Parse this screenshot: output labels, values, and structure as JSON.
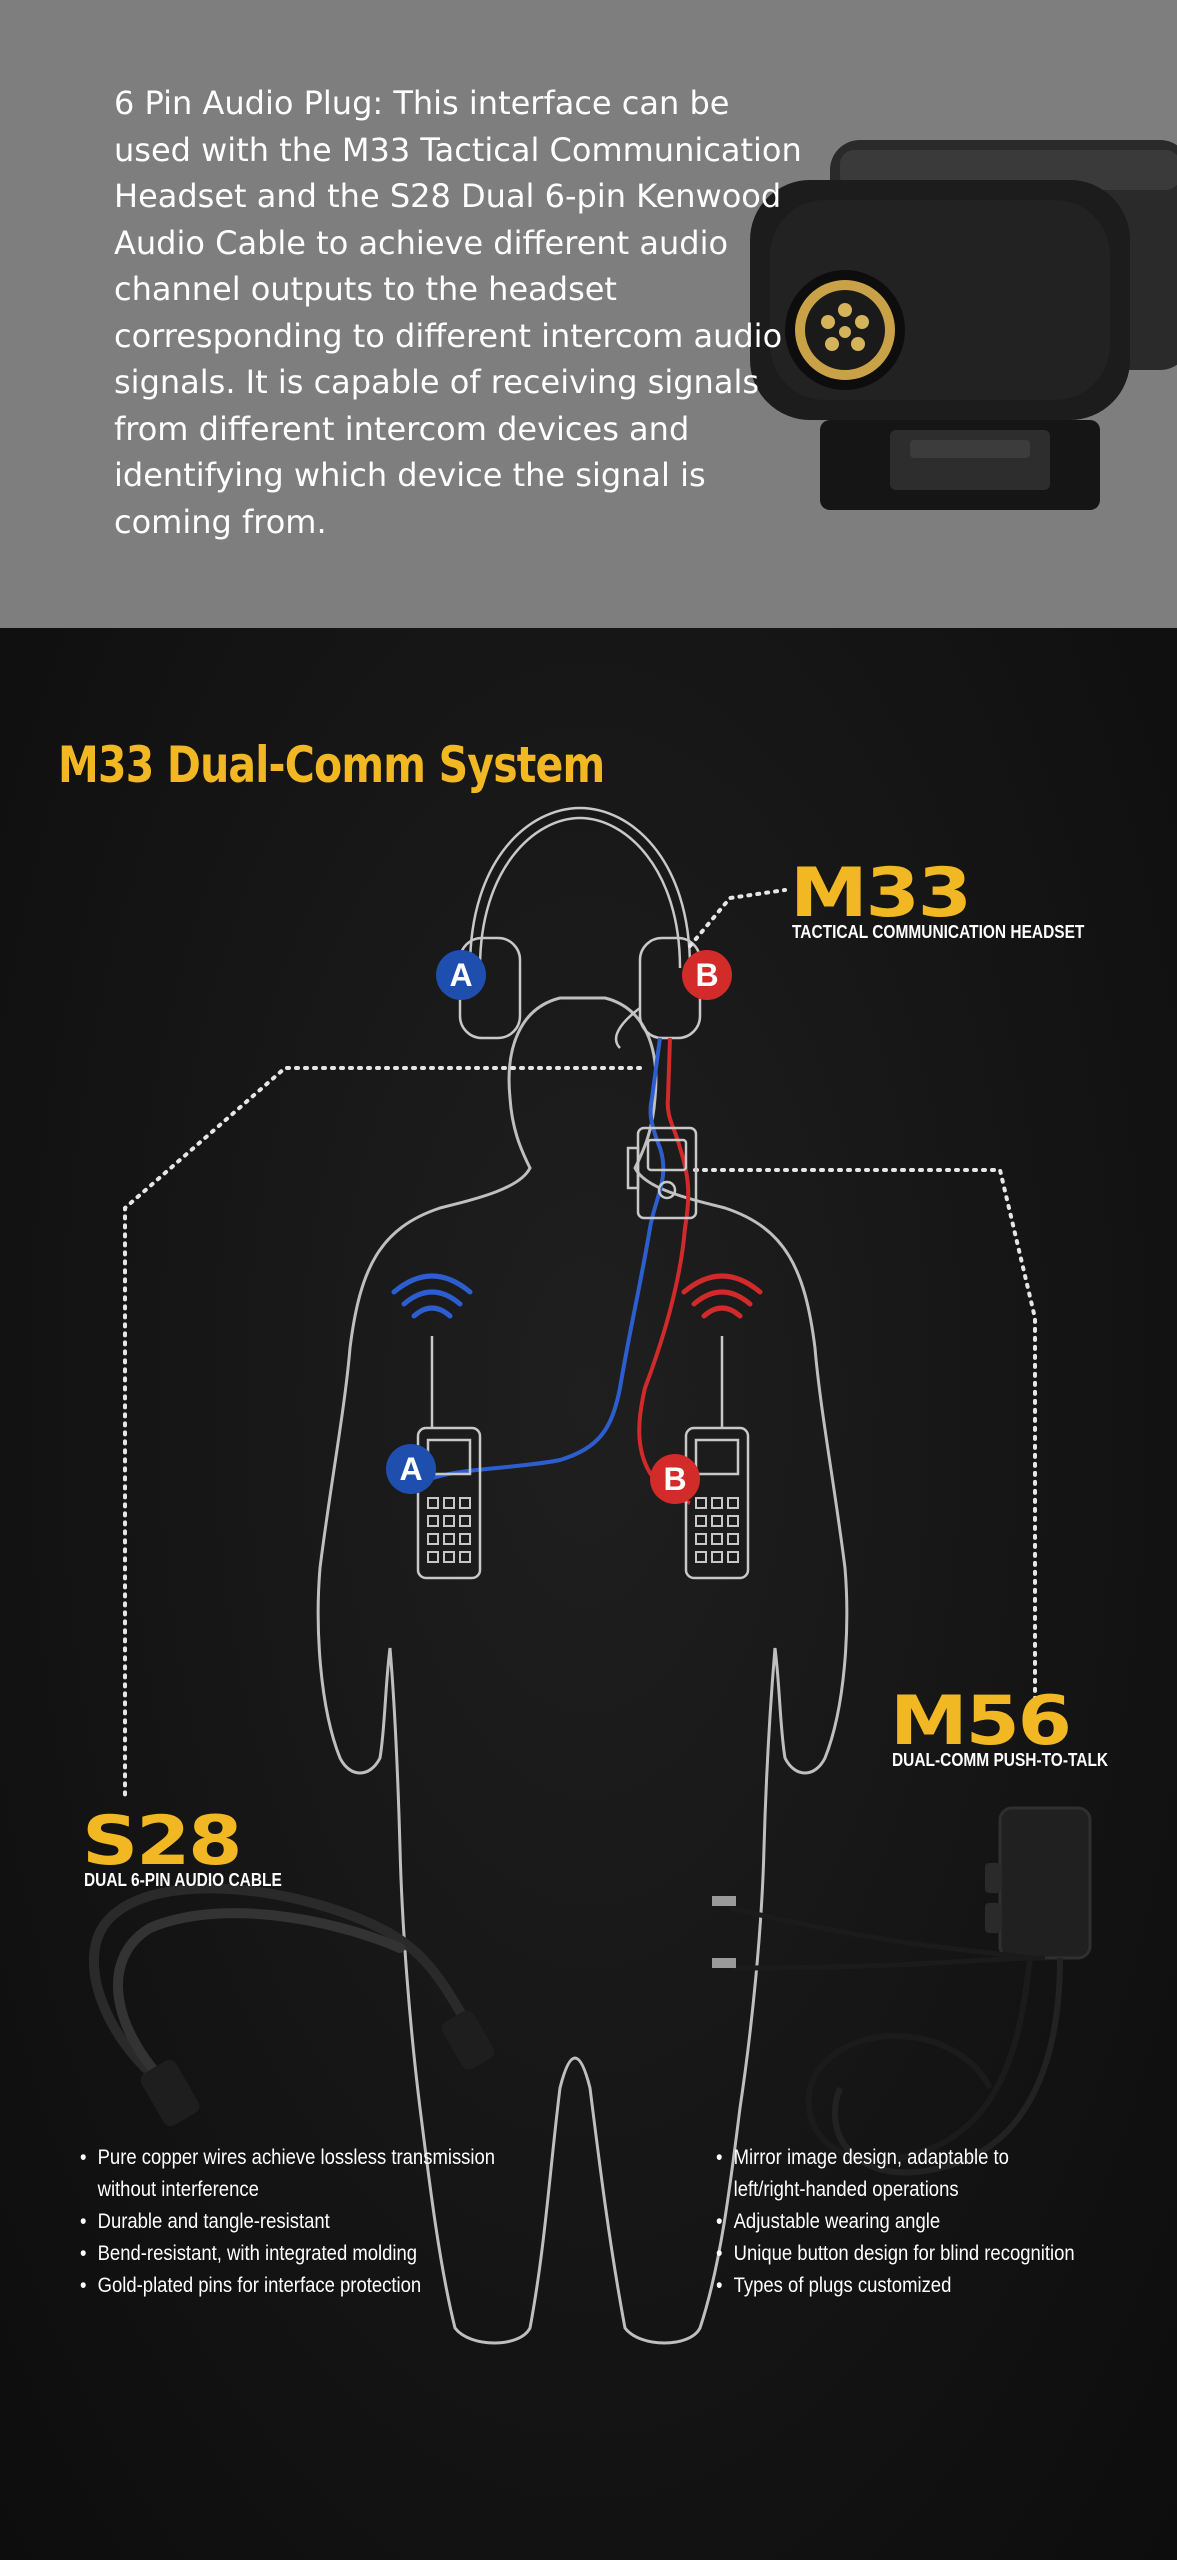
{
  "intro": {
    "text": "6 Pin Audio Plug: This interface can be used with the M33 Tactical Communication Headset and the S28 Dual 6-pin Kenwood Audio Cable to achieve different audio channel outputs to the headset corresponding to different intercom audio signals. It is capable of receiving signals from different intercom devices and identifying which device the signal is coming from."
  },
  "system": {
    "title": "M33 Dual-Comm System",
    "badges": {
      "a": "A",
      "b": "B"
    },
    "colors": {
      "accent": "#f2b824",
      "channel_a": "#1f4fae",
      "channel_b": "#d32a2a",
      "outline": "#bfbfbf"
    }
  },
  "products": {
    "m33": {
      "name": "M33",
      "subtitle": "TACTICAL COMMUNICATION HEADSET"
    },
    "m56": {
      "name": "M56",
      "subtitle": "DUAL-COMM PUSH-TO-TALK"
    },
    "s28": {
      "name": "S28",
      "subtitle": "DUAL 6-PIN AUDIO CABLE"
    }
  },
  "features": {
    "s28": [
      "Pure copper wires achieve lossless transmission",
      "without interference",
      "Durable and tangle-resistant",
      "Bend-resistant, with integrated molding",
      "Gold-plated pins for interface protection"
    ],
    "m56": [
      "Mirror image design, adaptable to",
      "left/right-handed operations",
      "Adjustable wearing angle",
      "Unique button design for blind recognition",
      "Types of plugs customized"
    ]
  }
}
